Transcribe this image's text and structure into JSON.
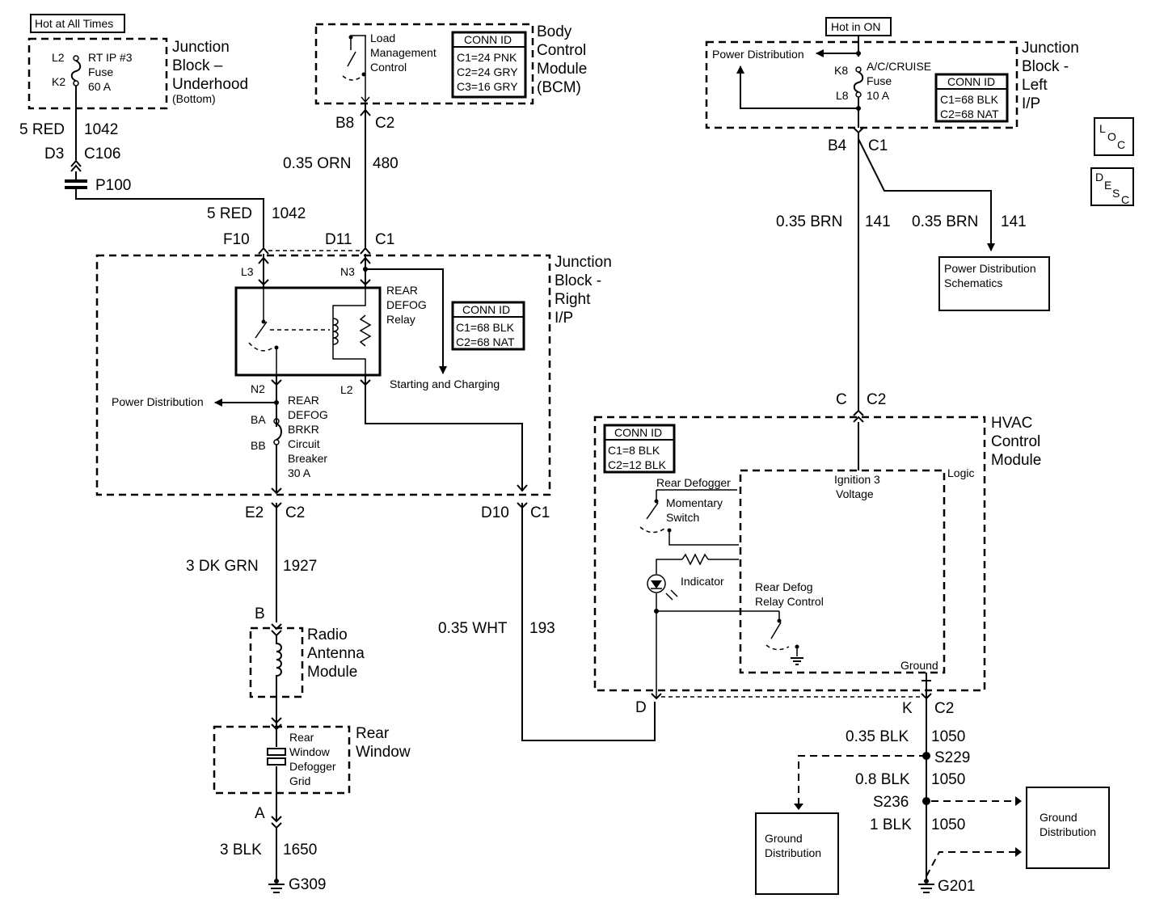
{
  "labels": {
    "hot_at_all_times": "Hot at All Times",
    "hot_in_on": "Hot in ON",
    "jbu_title": [
      "Junction",
      "Block –",
      "Underhood"
    ],
    "jbu_sub": "(Bottom)",
    "rt_ip_fuse": [
      "RT IP #3",
      "Fuse",
      "60 A"
    ],
    "pin_l2": "L2",
    "pin_k2": "K2",
    "wire1_gauge": "5 RED",
    "wire1_circuit": "1042",
    "d3": "D3",
    "c106": "C106",
    "p100": "P100",
    "wire2_gauge": "5 RED",
    "wire2_circuit": "1042",
    "bcm_title": [
      "Body",
      "Control",
      "Module",
      "(BCM)"
    ],
    "load_mgmt": [
      "Load",
      "Management",
      "Control"
    ],
    "bcm_conn_header": "CONN ID",
    "bcm_conn_rows": [
      "C1=24 PNK",
      "C2=24 GRY",
      "C3=16 GRY"
    ],
    "b8": "B8",
    "c2_bcm": "C2",
    "wire3_gauge": "0.35 ORN",
    "wire3_circuit": "480",
    "f10": "F10",
    "d11": "D11",
    "c1_jbr": "C1",
    "jbr_title": [
      "Junction",
      "Block -",
      "Right",
      "I/P"
    ],
    "l3": "L3",
    "n3": "N3",
    "relay_label": [
      "REAR",
      "DEFOG",
      "Relay"
    ],
    "jbr_conn_header": "CONN ID",
    "jbr_conn_rows": [
      "C1=68 BLK",
      "C2=68 NAT"
    ],
    "starting_charging": "Starting and Charging",
    "n2": "N2",
    "l2_jbr": "L2",
    "power_distribution_left": "Power Distribution",
    "ba": "BA",
    "bb": "BB",
    "breaker_label": [
      "REAR",
      "DEFOG",
      "BRKR",
      "Circuit",
      "Breaker",
      "30 A"
    ],
    "e2": "E2",
    "c2_e2": "C2",
    "d10": "D10",
    "c1_d10": "C1",
    "wire4_gauge": "3 DK GRN",
    "wire4_circuit": "1927",
    "pin_b": "B",
    "radio_ant": [
      "Radio",
      "Antenna",
      "Module"
    ],
    "wire5_gauge": "0.35 WHT",
    "wire5_circuit": "193",
    "rear_window": [
      "Rear",
      "Window"
    ],
    "grid_label": [
      "Rear",
      "Window",
      "Defogger",
      "Grid"
    ],
    "pin_a": "A",
    "wire6_gauge": "3 BLK",
    "wire6_circuit": "1650",
    "g309": "G309",
    "jbl_title": [
      "Junction",
      "Block -",
      "Left",
      "I/P"
    ],
    "power_distribution_top": "Power Distribution",
    "k8": "K8",
    "l8": "L8",
    "acc_fuse": [
      "A/C/CRUISE",
      "Fuse",
      "10 A"
    ],
    "jbl_conn_header": "CONN ID",
    "jbl_conn_rows": [
      "C1=68 BLK",
      "C2=68 NAT"
    ],
    "b4": "B4",
    "c1_b4": "C1",
    "wire7_gauge": "0.35 BRN",
    "wire7_circuit": "141",
    "wire8_gauge": "0.35 BRN",
    "wire8_circuit": "141",
    "pds_box": [
      "Power Distribution",
      "Schematics"
    ],
    "loc": [
      "L",
      "O",
      "C"
    ],
    "desc": [
      "D",
      "E",
      "S",
      "C"
    ],
    "c_pin": "C",
    "c2_hvac": "C2",
    "hvac_title": [
      "HVAC",
      "Control",
      "Module"
    ],
    "hvac_conn_header": "CONN ID",
    "hvac_conn_rows": [
      "C1=8 BLK",
      "C2=12 BLK"
    ],
    "logic": "Logic",
    "ign3": [
      "Ignition 3",
      "Voltage"
    ],
    "rear_defogger": "Rear Defogger",
    "momentary": [
      "Momentary",
      "Switch"
    ],
    "indicator": "Indicator",
    "relay_control": [
      "Rear Defog",
      "Relay Control"
    ],
    "ground_label": "Ground",
    "pin_d": "D",
    "pin_k": "K",
    "c2_k": "C2",
    "wire9_gauge": "0.35 BLK",
    "wire9_circuit": "1050",
    "s229": "S229",
    "wire10_gauge": "0.8 BLK",
    "wire10_circuit": "1050",
    "s236": "S236",
    "wire11_gauge": "1 BLK",
    "wire11_circuit": "1050",
    "g201": "G201",
    "ground_dist_left": [
      "Ground",
      "Distribution"
    ],
    "ground_dist_right": [
      "Ground",
      "Distribution"
    ]
  }
}
